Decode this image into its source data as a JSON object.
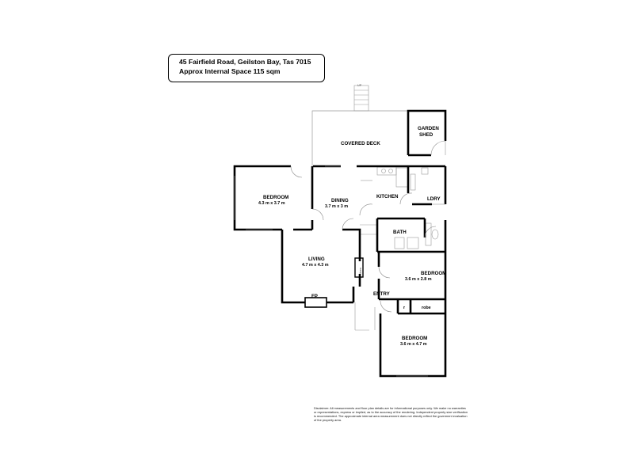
{
  "header": {
    "address": "45 Fairfield Road, Geilston Bay, Tas 7015",
    "area": "Approx Internal Space 115  sqm"
  },
  "rooms": {
    "covered_deck": "COVERED DECK",
    "garden_shed_1": "GARDEN",
    "garden_shed_2": "SHED",
    "bedroom_west": "BEDROOM",
    "bedroom_west_dims": "4.3 m x 3.7 m",
    "dining": "DINING",
    "dining_dims": "3.7 m x 3 m",
    "kitchen": "KITCHEN",
    "laundry": "LDRY",
    "bath": "BATH",
    "living": "LIVING",
    "living_dims": "4.7 m x 4.3 m",
    "linen": "linen",
    "fireplace": "FP",
    "entry": "ENTRY",
    "bedroom_mid": "BEDROOM",
    "bedroom_mid_dims": "3.6 m x 2.8 m",
    "robe_small": "r",
    "robe": "robe",
    "bedroom_south": "BEDROOM",
    "bedroom_south_dims": "3.6 m x 4.7 m",
    "stairs": "UP"
  },
  "disclaimer": "Disclaimer: All measurements and floor plan details are for informational purposes only. We make no warranties or representations, express or implied, as to the accuracy of the rendering. Independent property size verification is recommended. The approximate internal area measurement does not directly reflect the goverment evaluation of the property area."
}
